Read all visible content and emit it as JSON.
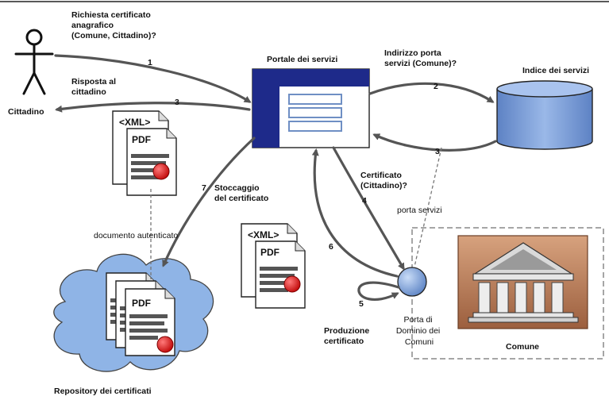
{
  "actors": {
    "citizen": "Cittadino"
  },
  "nodes": {
    "portal": "Portale dei servizi",
    "service_index": "Indice dei servizi",
    "domain_gateway": [
      "Porta di",
      "Dominio dei",
      "Comuni"
    ],
    "municipality": "Comune",
    "repository": "Repository dei certificati"
  },
  "messages": {
    "request": [
      "Richiesta certificato",
      "anagrafico",
      "(Comune, Cittadino)?"
    ],
    "reply": [
      "Risposta al",
      "cittadino"
    ],
    "address": [
      "Indirizzo porta",
      "servizi (Comune)?"
    ],
    "certificate_req": [
      "Certificato",
      "(Cittadino)?"
    ],
    "storage": [
      "Stoccaggio",
      "del certificato"
    ],
    "production": [
      "Produzione",
      "certificato"
    ],
    "authenticated_doc": "documento autenticato",
    "service_port": "porta servizi"
  },
  "steps": [
    "1",
    "2",
    "3",
    "3",
    "4",
    "5",
    "6",
    "7"
  ],
  "document": {
    "xml_tag": "<XML>",
    "pdf_tag": "PDF"
  },
  "colors": {
    "portal_header": "#1e2a8a",
    "portal_field": "#6f8fc4",
    "db_blue": "#7fa0d8",
    "cloud": "#8fb4e6",
    "seal_red": "#e01818",
    "building_bg": "#b87a58",
    "arrow_gray": "#555555"
  },
  "icons": [
    "actor-icon",
    "database-icon",
    "globe-icon",
    "building-icon",
    "cloud-icon",
    "document-icon",
    "seal-icon"
  ]
}
